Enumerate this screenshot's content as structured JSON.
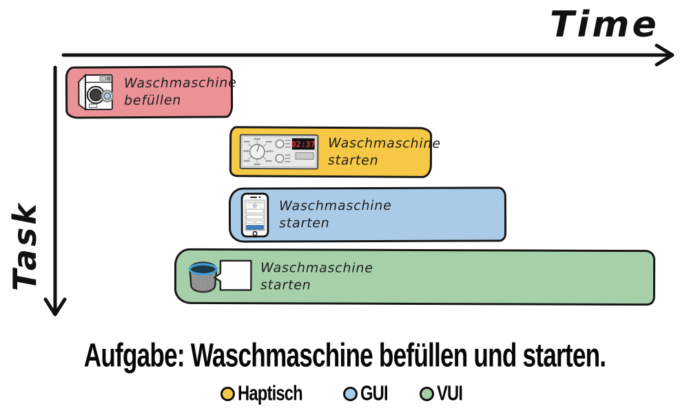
{
  "axes": {
    "time_label": "Time",
    "task_label": "Task"
  },
  "bars": [
    {
      "name": "waschmaschine-befuellen",
      "line1": "Waschmaschine",
      "line2": "befüllen",
      "color": "#ea9296",
      "icon": "washing-machine-icon"
    },
    {
      "name": "waschmaschine-starten-haptisch",
      "line1": "Waschmaschine",
      "line2": "starten",
      "color": "#f6c845",
      "icon": "control-panel-icon",
      "display_value": "02:37"
    },
    {
      "name": "waschmaschine-starten-gui",
      "line1": "Waschmaschine",
      "line2": "starten",
      "color": "#aacbe7",
      "icon": "smartphone-app-icon"
    },
    {
      "name": "waschmaschine-starten-vui",
      "line1": "Waschmaschine",
      "line2": "starten",
      "color": "#a5d0a9",
      "icon": "smart-speaker-icon"
    }
  ],
  "caption": "Aufgabe: Waschmaschine befüllen und starten.",
  "legend": [
    {
      "label": "Haptisch",
      "color": "#f6c845"
    },
    {
      "label": "GUI",
      "color": "#aacbe7"
    },
    {
      "label": "VUI",
      "color": "#a5d0a9"
    }
  ]
}
